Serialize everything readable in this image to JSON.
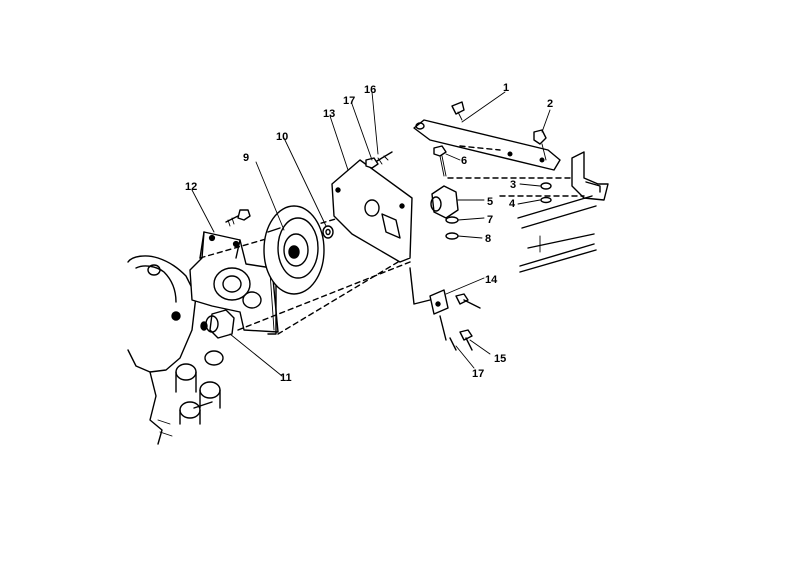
{
  "diagram": {
    "callouts": [
      {
        "id": "c1",
        "text": "1"
      },
      {
        "id": "c2",
        "text": "2"
      },
      {
        "id": "c3",
        "text": "3"
      },
      {
        "id": "c4",
        "text": "4"
      },
      {
        "id": "c5",
        "text": "5"
      },
      {
        "id": "c6",
        "text": "6"
      },
      {
        "id": "c7",
        "text": "7"
      },
      {
        "id": "c8",
        "text": "8"
      },
      {
        "id": "c9",
        "text": "9"
      },
      {
        "id": "c10",
        "text": "10"
      },
      {
        "id": "c11",
        "text": "11"
      },
      {
        "id": "c12",
        "text": "12"
      },
      {
        "id": "c13",
        "text": "13"
      },
      {
        "id": "c14",
        "text": "14"
      },
      {
        "id": "c15",
        "text": "15"
      },
      {
        "id": "c16",
        "text": "16"
      },
      {
        "id": "c17a",
        "text": "17"
      },
      {
        "id": "c17b",
        "text": "17"
      }
    ]
  }
}
